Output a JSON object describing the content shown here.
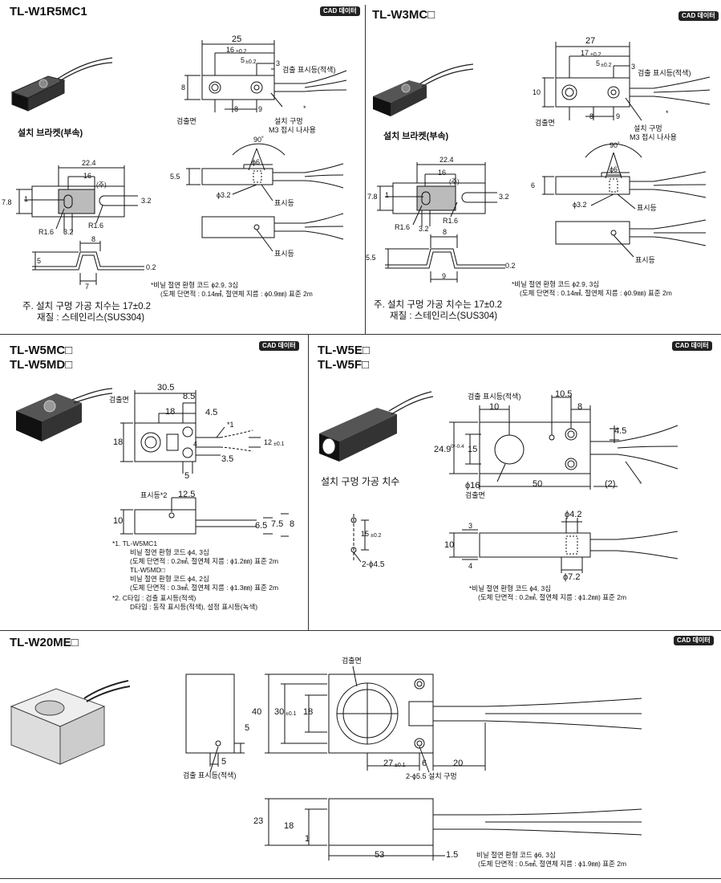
{
  "cad_badge": "CAD 데이터",
  "s1": {
    "title": "TL-W1R5MC1",
    "bracket": "설치 브라켓(부속)",
    "dims": {
      "d25": "25",
      "d16": "16",
      "d5": "5",
      "tol02": "±0.2",
      "d3": "3",
      "d8": "8",
      "d8b": "8",
      "d9": "9",
      "d90": "90˚",
      "phi6": "ϕ6",
      "d55": "5.5",
      "phi32": "ϕ3.2",
      "b224": "22.4",
      "b16": "16",
      "bnote": "(주)",
      "b78": "7.8",
      "b1": "1",
      "b32r": "3.2",
      "r16a": "R1.6",
      "r16b": "R1.6",
      "b32": "3.2",
      "b8": "8",
      "b5": "5",
      "b02": "0.2",
      "b7": "7",
      "star": "*"
    },
    "lbl_indicator_red": "검출 표시등(적색)",
    "lbl_face": "검출면",
    "lbl_hole": "설치 구멍",
    "lbl_screw": "M3 접시 나사용",
    "lbl_ind1": "표시등",
    "lbl_ind2": "표시등",
    "cable1": "*비닐 절연 환형 코드  ϕ2.9, 3심",
    "cable2": "(도체 단면적 : 0.14㎟, 절연체 지름 : ϕ0.9㎜)  표준 2m",
    "note1": "주. 설치 구멍 가공 치수는 17±0.2",
    "note2": "재질 : 스테인리스(SUS304)"
  },
  "s2": {
    "title": "TL-W3MC□",
    "bracket": "설치 브라켓(부속)",
    "dims": {
      "d27": "27",
      "d17": "17",
      "d5": "5",
      "tol02": "±0.2",
      "d3": "3",
      "d10": "10",
      "d8": "8",
      "d9": "9",
      "star": "*",
      "d90": "90˚",
      "phi6": "ϕ6",
      "d6": "6",
      "phi32": "ϕ3.2",
      "b224": "22.4",
      "b16": "16",
      "bnote": "(주)",
      "b78": "7.8",
      "b1": "1",
      "b32r": "3.2",
      "r16a": "R1.6",
      "r16b": "R1.6",
      "b32": "3.2",
      "b8": "8",
      "b55": "5.5",
      "b02": "0.2",
      "b9": "9"
    },
    "lbl_indicator_red": "검출 표시등(적색)",
    "lbl_face": "검출면",
    "lbl_hole": "설치 구멍",
    "lbl_screw": "M3 접시 나사용",
    "lbl_ind1": "표시등",
    "lbl_ind2": "표시등",
    "cable1": "*비닐 절연 환형 코드  ϕ2.9, 3심",
    "cable2": "(도체 단면적 : 0.14㎟, 절연체 지름 : ϕ0.9㎜)  표준 2m",
    "note1": "주. 설치 구멍 가공 치수는 17±0.2",
    "note2": "재질 : 스테인리스(SUS304)"
  },
  "s3": {
    "title1": "TL-W5MC□",
    "title2": "TL-W5MD□",
    "lbl_face": "검출면",
    "dims": {
      "d305": "30.5",
      "d85": "8.5",
      "d18": "18",
      "d45": "4.5",
      "star1": "*1",
      "h18": "18",
      "d4": "4",
      "d12": "12",
      "tol01": "±0.1",
      "d35": "3.5",
      "d5": "5",
      "d125": "12.5",
      "d10": "10",
      "d65": "6.5",
      "d75": "7.5",
      "d8": "8"
    },
    "lbl_ind": "표시등*2",
    "n1a": "*1.  TL-W5MC1",
    "n1b": "비닐 절연 환형 코드  ϕ4, 3심",
    "n1c": "(도체 단면적 : 0.2㎟, 절연체 지름 : ϕ1.2㎜)  표준 2m",
    "n1d": "TL-W5MD□",
    "n1e": "비닐 절연 환형 코드  ϕ4, 2심",
    "n1f": "(도체 단면적 : 0.3㎟, 절연체 지름 : ϕ1.3㎜)  표준 2m",
    "n2a": "*2.  C타입 : 검출 표시등(적색)",
    "n2b": "D타입 : 동작 표시등(적색), 설정 표시등(녹색)"
  },
  "s4": {
    "title1": "TL-W5E□",
    "title2": "TL-W5F□",
    "lbl_indicator_red": "검출 표시등(적색)",
    "lbl_mount": "설치 구멍 가공 치수",
    "dims": {
      "d105": "10.5",
      "d10": "10",
      "d8": "8",
      "d45": "4.5",
      "d249": "24.9",
      "tol": "0/-0.4",
      "d15": "15",
      "phi16": "ϕ16",
      "d50": "50",
      "d2": "(2)",
      "star": "*",
      "m15": "15",
      "mtol": "±0.2",
      "m2phi45": "2-ϕ4.5",
      "phi42": "ϕ4.2",
      "s3": "3",
      "s10": "10",
      "s4": "4",
      "phi72": "ϕ7.2"
    },
    "lbl_face": "검출면",
    "cable1": "*비닐 절연 환형 코드  ϕ4, 3심",
    "cable2": "(도체 단면적 : 0.2㎟, 절연체 지름 : ϕ1.2㎜)  표준 2m"
  },
  "s5": {
    "title": "TL-W20ME□",
    "lbl_face": "검출면",
    "dims": {
      "d5a": "5",
      "d5b": "5",
      "d40": "40",
      "d30": "30",
      "tol01": "±0.1",
      "d18": "18",
      "d27": "27",
      "tol01b": "±0.1",
      "d6": "6",
      "d20": "20",
      "hole": "2-ϕ5.5 설치 구멍",
      "d23": "23",
      "h18": "18",
      "d1": "1",
      "d53": "53",
      "d15": "1.5"
    },
    "lbl_ind": "검출 표시등(적색)",
    "cable1": "비닐 절연 환형 코드  ϕ6, 3심",
    "cable2": "(도체 단면적 : 0.5㎟, 절연체 지름 : ϕ1.9㎜)  표준 2m"
  }
}
